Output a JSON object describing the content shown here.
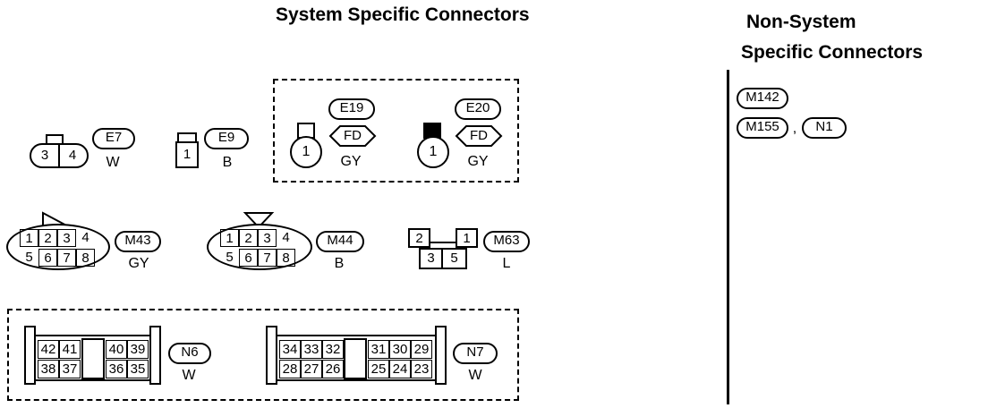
{
  "headers": {
    "system_specific": "System Specific Connectors",
    "non_system_line1": "Non-System",
    "non_system_line2": "Specific Connectors"
  },
  "connectors": {
    "e7": {
      "id": "E7",
      "color": "W",
      "pins": [
        "3",
        "4"
      ]
    },
    "e9": {
      "id": "E9",
      "color": "B",
      "pins": [
        "1"
      ]
    },
    "e19": {
      "id": "E19",
      "tag": "FD",
      "color": "GY",
      "pin": "1"
    },
    "e20": {
      "id": "E20",
      "tag": "FD",
      "color": "GY",
      "pin": "1"
    },
    "m43": {
      "id": "M43",
      "color": "GY",
      "top_pins": [
        "1",
        "2",
        "3",
        "4"
      ],
      "bottom_pins": [
        "5",
        "6",
        "7",
        "8"
      ]
    },
    "m44": {
      "id": "M44",
      "color": "B",
      "top_pins": [
        "1",
        "2",
        "3",
        "4"
      ],
      "bottom_pins": [
        "5",
        "6",
        "7",
        "8"
      ]
    },
    "m63": {
      "id": "M63",
      "color": "L",
      "pins": [
        "2",
        "1",
        "3",
        "5"
      ]
    },
    "n6": {
      "id": "N6",
      "color": "W",
      "top_left": [
        "42",
        "41"
      ],
      "top_right": [
        "40",
        "39"
      ],
      "bottom_left": [
        "38",
        "37"
      ],
      "bottom_right": [
        "36",
        "35"
      ]
    },
    "n7": {
      "id": "N7",
      "color": "W",
      "top_left": [
        "34",
        "33",
        "32"
      ],
      "top_right": [
        "31",
        "30",
        "29"
      ],
      "bottom_left": [
        "28",
        "27",
        "26"
      ],
      "bottom_right": [
        "25",
        "24",
        "23"
      ]
    }
  },
  "non_system": {
    "m142": "M142",
    "m155": "M155",
    "separator": ",",
    "n1": "N1"
  }
}
